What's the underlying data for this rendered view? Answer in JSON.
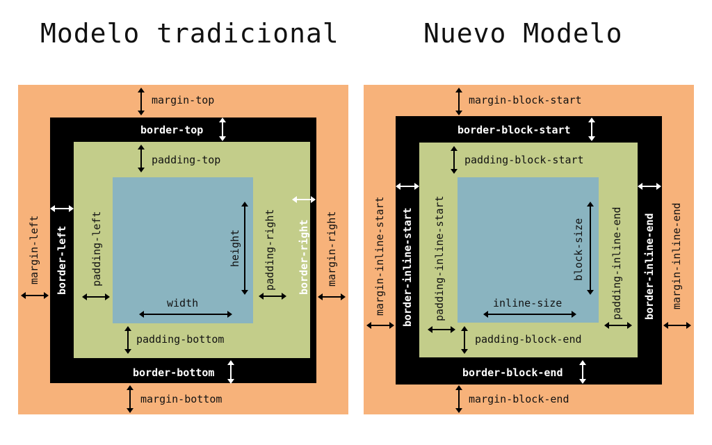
{
  "titles": {
    "left": "Modelo tradicional",
    "right": "Nuevo Modelo"
  },
  "colors": {
    "margin": "#f7b27a",
    "border": "#000000",
    "padding": "#c3cd8a",
    "content": "#8ab4c0"
  },
  "traditional": {
    "margin_top": "margin-top",
    "margin_bottom": "margin-bottom",
    "margin_left": "margin-left",
    "margin_right": "margin-right",
    "border_top": "border-top",
    "border_bottom": "border-bottom",
    "border_left": "border-left",
    "border_right": "border-right",
    "padding_top": "padding-top",
    "padding_bottom": "padding-bottom",
    "padding_left": "padding-left",
    "padding_right": "padding-right",
    "width": "width",
    "height": "height"
  },
  "logical": {
    "margin_top": "margin-block-start",
    "margin_bottom": "margin-block-end",
    "margin_left": "margin-inline-start",
    "margin_right": "margin-inline-end",
    "border_top": "border-block-start",
    "border_bottom": "border-block-end",
    "border_left": "border-inline-start",
    "border_right": "border-inline-end",
    "padding_top": "padding-block-start",
    "padding_bottom": "padding-block-end",
    "padding_left": "padding-inline-start",
    "padding_right": "padding-inline-end",
    "width": "inline-size",
    "height": "block-size"
  }
}
